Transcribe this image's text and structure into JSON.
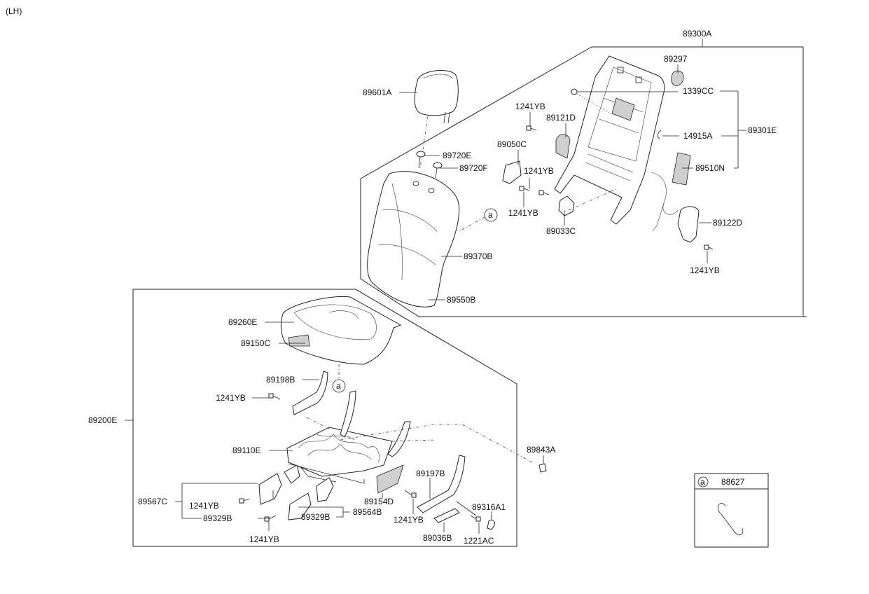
{
  "variant_label": "(LH)",
  "callout_letter": "a",
  "inset": {
    "callout": "a",
    "part": "88627"
  },
  "labels": {
    "p89300A": "89300A",
    "p89297": "89297",
    "p1339CC": "1339CC",
    "p89301E": "89301E",
    "p14915A": "14915A",
    "p89510N": "89510N",
    "p89122D": "89122D",
    "p1241YB_back_bottom": "1241YB",
    "p89033C": "89033C",
    "p1241YB_back_mid2": "1241YB",
    "p1241YB_back_mid1": "1241YB",
    "p89050C": "89050C",
    "p1241YB_back_top": "1241YB",
    "p89121D": "89121D",
    "p89601A": "89601A",
    "p89720E": "89720E",
    "p89720F": "89720F",
    "p89370B": "89370B",
    "p89550B": "89550B",
    "p89260E": "89260E",
    "p89150C": "89150C",
    "p89198B": "89198B",
    "p1241YB_cush1": "1241YB",
    "p89200E": "89200E",
    "p89110E": "89110E",
    "p89843A": "89843A",
    "p89567C": "89567C",
    "p1241YB_cush2": "1241YB",
    "p89329B_a": "89329B",
    "p1241YB_cush3": "1241YB",
    "p89329B_b": "89329B",
    "p89564B": "89564B",
    "p89154D": "89154D",
    "p1241YB_cush4": "1241YB",
    "p89197B": "89197B",
    "p89316A1": "89316A1",
    "p89036B": "89036B",
    "p1221AC": "1221AC"
  }
}
